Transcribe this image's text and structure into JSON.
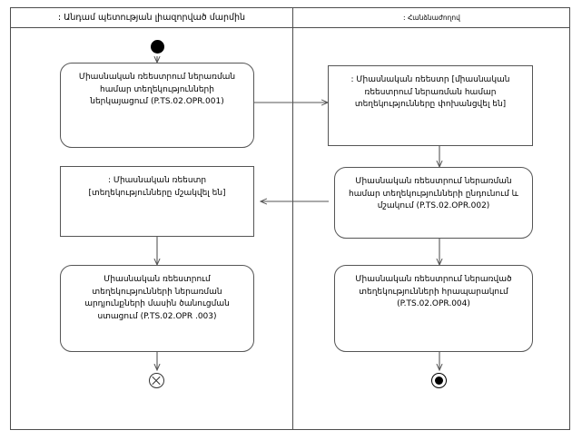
{
  "diagram": {
    "type": "uml-activity-diagram",
    "lanes": [
      {
        "id": "member-state",
        "title": ": Անդամ պետության լիազորված մարմին"
      },
      {
        "id": "commission",
        "title": ": Հանձնաժողով"
      }
    ],
    "nodes": {
      "initial": {
        "kind": "initial-node",
        "lane": "member-state"
      },
      "action_001": {
        "kind": "action",
        "lane": "member-state",
        "text": "Միասնական ռեեստրում ներառման համար տեղեկությունների ներկայացում (P.TS.02.OPR.001)"
      },
      "object_transferred": {
        "kind": "object-node",
        "lane": "commission",
        "text": ": Միասնական ռեեստր [միասնական ռեեստրում ներառման համար տեղեկությունները փոխանցվել են]"
      },
      "action_002": {
        "kind": "action",
        "lane": "commission",
        "text": "Միասնական ռեեստրում ներառման համար տեղեկությունների ընդունում և մշակում (P.TS.02.OPR.002)"
      },
      "object_processed": {
        "kind": "object-node",
        "lane": "member-state",
        "text": ": Միասնական ռեեստր [տեղեկությունները մշակվել են]"
      },
      "action_003": {
        "kind": "action",
        "lane": "member-state",
        "text": "Միասնական ռեեստրում տեղեկությունների ներառման արդյունքների մասին ծանուցման ստացում (P.TS.02.OPR .003)"
      },
      "action_004": {
        "kind": "action",
        "lane": "commission",
        "text": "Միասնական ռեեստրում ներառված տեղեկությունների հրապարակում (P.TS.02.OPR.004)"
      },
      "flow_final": {
        "kind": "flow-final-node",
        "lane": "member-state"
      },
      "activity_final": {
        "kind": "activity-final-node",
        "lane": "commission"
      }
    },
    "edges": [
      {
        "from": "initial",
        "to": "action_001"
      },
      {
        "from": "action_001",
        "to": "object_transferred"
      },
      {
        "from": "object_transferred",
        "to": "action_002"
      },
      {
        "from": "action_002",
        "to": "object_processed"
      },
      {
        "from": "action_002",
        "to": "action_004"
      },
      {
        "from": "object_processed",
        "to": "action_003"
      },
      {
        "from": "action_003",
        "to": "flow_final"
      },
      {
        "from": "action_004",
        "to": "activity_final"
      }
    ],
    "colors": {
      "frame_stroke": "#4d4d4d",
      "node_stroke": "#555555",
      "edge_stroke": "#555555",
      "node_fill": "#ffffff",
      "control_node_fill": "#000000",
      "background": "#ffffff"
    }
  }
}
